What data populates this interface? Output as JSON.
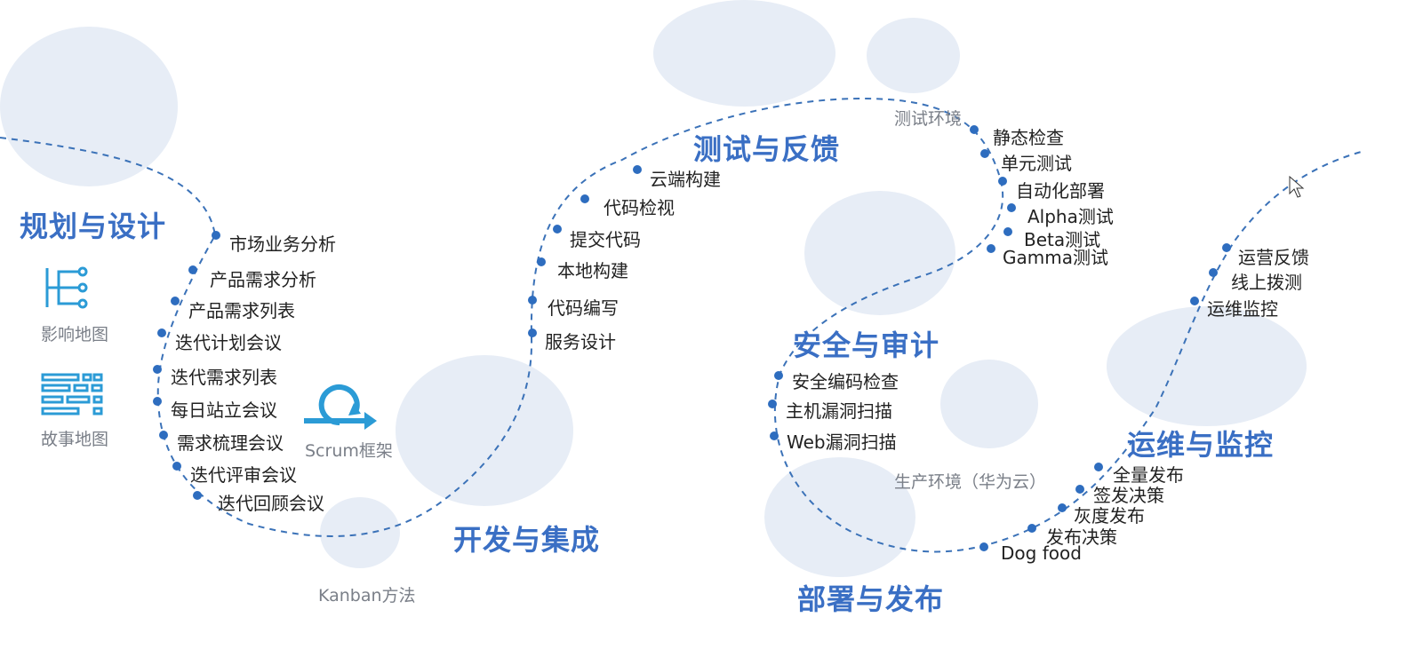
{
  "phases": {
    "plan": "规划与设计",
    "dev": "开发与集成",
    "test": "测试与反馈",
    "security": "安全与审计",
    "deploy": "部署与发布",
    "ops": "运维与监控"
  },
  "plan_items": [
    "市场业务分析",
    "产品需求分析",
    "产品需求列表",
    "迭代计划会议",
    "迭代需求列表",
    "每日站立会议",
    "需求梳理会议",
    "迭代评审会议",
    "迭代回顾会议"
  ],
  "plan_tools": {
    "impact_map": "影响地图",
    "story_map": "故事地图"
  },
  "dev_items": [
    "云端构建",
    "代码检视",
    "提交代码",
    "本地构建",
    "代码编写",
    "服务设计"
  ],
  "dev_methods": {
    "scrum": "Scrum框架",
    "kanban": "Kanban方法"
  },
  "test_env": "测试环境",
  "test_items": [
    "静态检查",
    "单元测试",
    "自动化部署",
    "Alpha测试",
    "Beta测试",
    "Gamma测试"
  ],
  "security_items": [
    "安全编码检查",
    "主机漏洞扫描",
    "Web漏洞扫描"
  ],
  "prod_env": "生产环境（华为云）",
  "deploy_items": [
    "全量发布",
    "签发决策",
    "灰度发布",
    "发布决策",
    "Dog food"
  ],
  "ops_items": [
    "运营反馈",
    "线上拨测",
    "运维监控"
  ],
  "colors": {
    "accent": "#3a6fc4",
    "dot": "#2e6dbf",
    "line": "#3b72b8",
    "illustration": "#e7edf6"
  },
  "icons": [
    "impact-map-icon",
    "story-map-icon",
    "scrum-cycle-icon",
    "mouse-cursor-icon"
  ]
}
